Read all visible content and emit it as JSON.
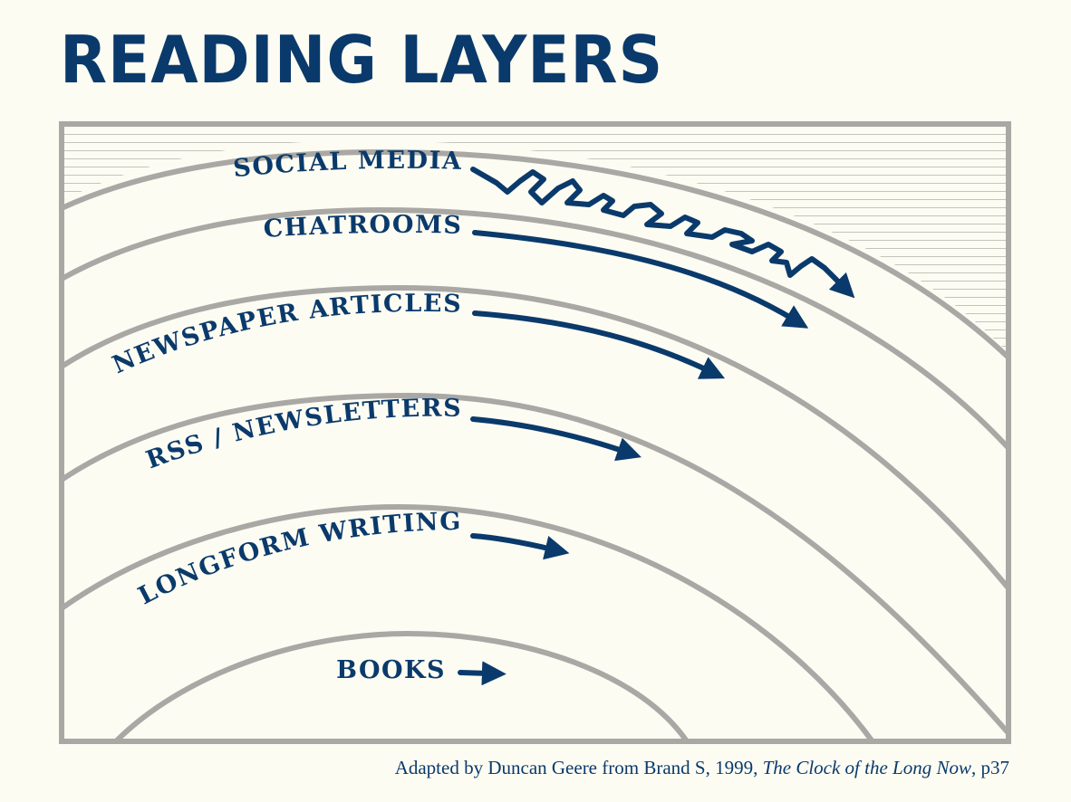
{
  "title": "READING LAYERS",
  "layers": [
    {
      "id": "social-media",
      "label": "SOCIAL MEDIA",
      "flow": "wiggly"
    },
    {
      "id": "chatrooms",
      "label": "CHATROOMS",
      "flow": "fast"
    },
    {
      "id": "newspaper-articles",
      "label": "NEWSPAPER ARTICLES",
      "flow": "fast"
    },
    {
      "id": "rss-newsletters",
      "label": "RSS / NEWSLETTERS",
      "flow": "medium"
    },
    {
      "id": "longform-writing",
      "label": "LONGFORM WRITING",
      "flow": "slow"
    },
    {
      "id": "books",
      "label": "BOOKS",
      "flow": "slowest"
    }
  ],
  "caption": {
    "prefix": "Adapted by Duncan Geere from Brand S, 1999, ",
    "work": "The Clock of the Long Now",
    "suffix": ", p37"
  },
  "colors": {
    "ink": "#0a3a6b",
    "rings": "#a9a8a4",
    "background": "#fdfcf3"
  }
}
